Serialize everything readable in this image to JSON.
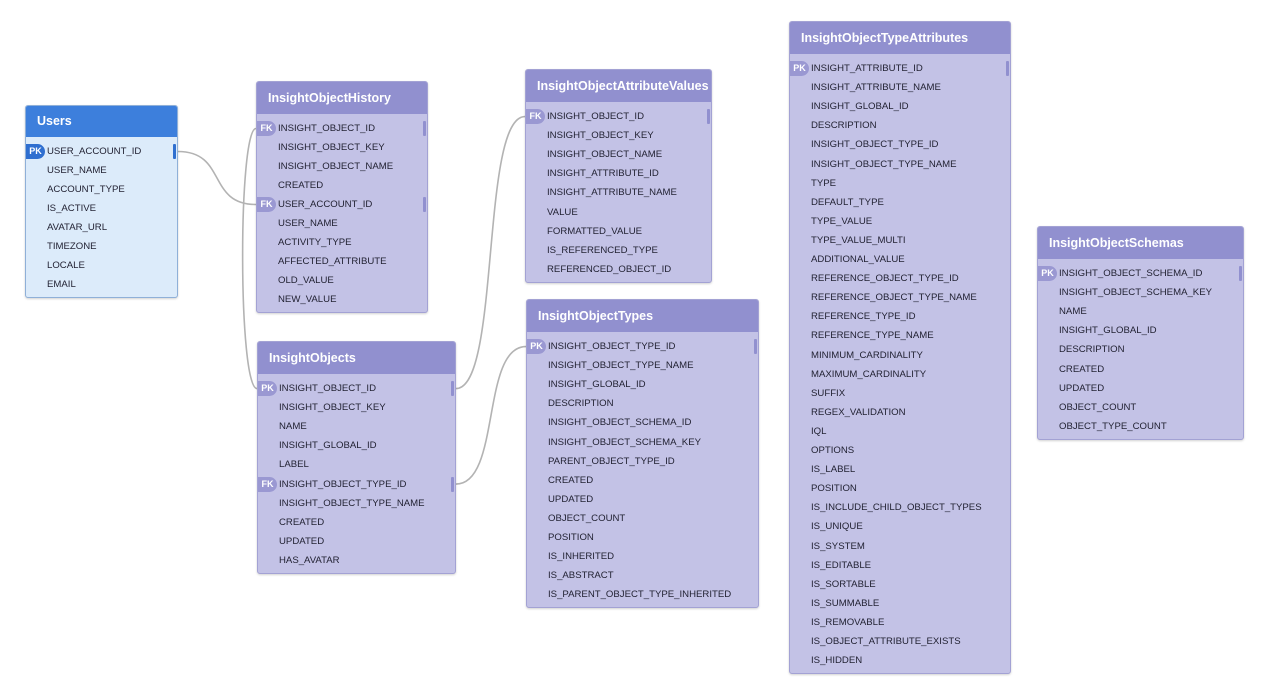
{
  "colors": {
    "users_header": "#3d7fdc",
    "users_body": "#dcebfa",
    "users_border": "#8fb0d8",
    "users_badge": "#2f6fd0",
    "entity_header": "#9190cf",
    "entity_body": "#c3c2e6",
    "entity_border": "#a3a2d4",
    "entity_badge": "#9a98d2",
    "connector": "#b3b3b3"
  },
  "tables": [
    {
      "id": "users",
      "title": "Users",
      "theme": "users",
      "columns": [
        {
          "name": "USER_ACCOUNT_ID",
          "key": "PK"
        },
        {
          "name": "USER_NAME",
          "key": ""
        },
        {
          "name": "ACCOUNT_TYPE",
          "key": ""
        },
        {
          "name": "IS_ACTIVE",
          "key": ""
        },
        {
          "name": "AVATAR_URL",
          "key": ""
        },
        {
          "name": "TIMEZONE",
          "key": ""
        },
        {
          "name": "LOCALE",
          "key": ""
        },
        {
          "name": "EMAIL",
          "key": ""
        }
      ]
    },
    {
      "id": "history",
      "title": "InsightObjectHistory",
      "theme": "entity",
      "columns": [
        {
          "name": "INSIGHT_OBJECT_ID",
          "key": "FK"
        },
        {
          "name": "INSIGHT_OBJECT_KEY",
          "key": ""
        },
        {
          "name": "INSIGHT_OBJECT_NAME",
          "key": ""
        },
        {
          "name": "CREATED",
          "key": ""
        },
        {
          "name": "USER_ACCOUNT_ID",
          "key": "FK"
        },
        {
          "name": "USER_NAME",
          "key": ""
        },
        {
          "name": "ACTIVITY_TYPE",
          "key": ""
        },
        {
          "name": "AFFECTED_ATTRIBUTE",
          "key": ""
        },
        {
          "name": "OLD_VALUE",
          "key": ""
        },
        {
          "name": "NEW_VALUE",
          "key": ""
        }
      ]
    },
    {
      "id": "objects",
      "title": "InsightObjects",
      "theme": "entity",
      "columns": [
        {
          "name": "INSIGHT_OBJECT_ID",
          "key": "PK"
        },
        {
          "name": "INSIGHT_OBJECT_KEY",
          "key": ""
        },
        {
          "name": "NAME",
          "key": ""
        },
        {
          "name": "INSIGHT_GLOBAL_ID",
          "key": ""
        },
        {
          "name": "LABEL",
          "key": ""
        },
        {
          "name": "INSIGHT_OBJECT_TYPE_ID",
          "key": "FK"
        },
        {
          "name": "INSIGHT_OBJECT_TYPE_NAME",
          "key": ""
        },
        {
          "name": "CREATED",
          "key": ""
        },
        {
          "name": "UPDATED",
          "key": ""
        },
        {
          "name": "HAS_AVATAR",
          "key": ""
        }
      ]
    },
    {
      "id": "attrvalues",
      "title": "InsightObjectAttributeValues",
      "theme": "entity",
      "columns": [
        {
          "name": "INSIGHT_OBJECT_ID",
          "key": "FK"
        },
        {
          "name": "INSIGHT_OBJECT_KEY",
          "key": ""
        },
        {
          "name": "INSIGHT_OBJECT_NAME",
          "key": ""
        },
        {
          "name": "INSIGHT_ATTRIBUTE_ID",
          "key": ""
        },
        {
          "name": "INSIGHT_ATTRIBUTE_NAME",
          "key": ""
        },
        {
          "name": "VALUE",
          "key": ""
        },
        {
          "name": "FORMATTED_VALUE",
          "key": ""
        },
        {
          "name": "IS_REFERENCED_TYPE",
          "key": ""
        },
        {
          "name": "REFERENCED_OBJECT_ID",
          "key": ""
        }
      ]
    },
    {
      "id": "types",
      "title": "InsightObjectTypes",
      "theme": "entity",
      "columns": [
        {
          "name": "INSIGHT_OBJECT_TYPE_ID",
          "key": "PK"
        },
        {
          "name": "INSIGHT_OBJECT_TYPE_NAME",
          "key": ""
        },
        {
          "name": "INSIGHT_GLOBAL_ID",
          "key": ""
        },
        {
          "name": "DESCRIPTION",
          "key": ""
        },
        {
          "name": "INSIGHT_OBJECT_SCHEMA_ID",
          "key": ""
        },
        {
          "name": "INSIGHT_OBJECT_SCHEMA_KEY",
          "key": ""
        },
        {
          "name": "PARENT_OBJECT_TYPE_ID",
          "key": ""
        },
        {
          "name": "CREATED",
          "key": ""
        },
        {
          "name": "UPDATED",
          "key": ""
        },
        {
          "name": "OBJECT_COUNT",
          "key": ""
        },
        {
          "name": "POSITION",
          "key": ""
        },
        {
          "name": "IS_INHERITED",
          "key": ""
        },
        {
          "name": "IS_ABSTRACT",
          "key": ""
        },
        {
          "name": "IS_PARENT_OBJECT_TYPE_INHERITED",
          "key": ""
        }
      ]
    },
    {
      "id": "typeattrs",
      "title": "InsightObjectTypeAttributes",
      "theme": "entity",
      "columns": [
        {
          "name": "INSIGHT_ATTRIBUTE_ID",
          "key": "PK"
        },
        {
          "name": "INSIGHT_ATTRIBUTE_NAME",
          "key": ""
        },
        {
          "name": "INSIGHT_GLOBAL_ID",
          "key": ""
        },
        {
          "name": "DESCRIPTION",
          "key": ""
        },
        {
          "name": "INSIGHT_OBJECT_TYPE_ID",
          "key": ""
        },
        {
          "name": "INSIGHT_OBJECT_TYPE_NAME",
          "key": ""
        },
        {
          "name": "TYPE",
          "key": ""
        },
        {
          "name": "DEFAULT_TYPE",
          "key": ""
        },
        {
          "name": "TYPE_VALUE",
          "key": ""
        },
        {
          "name": "TYPE_VALUE_MULTI",
          "key": ""
        },
        {
          "name": "ADDITIONAL_VALUE",
          "key": ""
        },
        {
          "name": "REFERENCE_OBJECT_TYPE_ID",
          "key": ""
        },
        {
          "name": "REFERENCE_OBJECT_TYPE_NAME",
          "key": ""
        },
        {
          "name": "REFERENCE_TYPE_ID",
          "key": ""
        },
        {
          "name": "REFERENCE_TYPE_NAME",
          "key": ""
        },
        {
          "name": "MINIMUM_CARDINALITY",
          "key": ""
        },
        {
          "name": "MAXIMUM_CARDINALITY",
          "key": ""
        },
        {
          "name": "SUFFIX",
          "key": ""
        },
        {
          "name": "REGEX_VALIDATION",
          "key": ""
        },
        {
          "name": "IQL",
          "key": ""
        },
        {
          "name": "OPTIONS",
          "key": ""
        },
        {
          "name": "IS_LABEL",
          "key": ""
        },
        {
          "name": "POSITION",
          "key": ""
        },
        {
          "name": "IS_INCLUDE_CHILD_OBJECT_TYPES",
          "key": ""
        },
        {
          "name": "IS_UNIQUE",
          "key": ""
        },
        {
          "name": "IS_SYSTEM",
          "key": ""
        },
        {
          "name": "IS_EDITABLE",
          "key": ""
        },
        {
          "name": "IS_SORTABLE",
          "key": ""
        },
        {
          "name": "IS_SUMMABLE",
          "key": ""
        },
        {
          "name": "IS_REMOVABLE",
          "key": ""
        },
        {
          "name": "IS_OBJECT_ATTRIBUTE_EXISTS",
          "key": ""
        },
        {
          "name": "IS_HIDDEN",
          "key": ""
        }
      ]
    },
    {
      "id": "schemas",
      "title": "InsightObjectSchemas",
      "theme": "entity",
      "columns": [
        {
          "name": "INSIGHT_OBJECT_SCHEMA_ID",
          "key": "PK"
        },
        {
          "name": "INSIGHT_OBJECT_SCHEMA_KEY",
          "key": ""
        },
        {
          "name": "NAME",
          "key": ""
        },
        {
          "name": "INSIGHT_GLOBAL_ID",
          "key": ""
        },
        {
          "name": "DESCRIPTION",
          "key": ""
        },
        {
          "name": "CREATED",
          "key": ""
        },
        {
          "name": "UPDATED",
          "key": ""
        },
        {
          "name": "OBJECT_COUNT",
          "key": ""
        },
        {
          "name": "OBJECT_TYPE_COUNT",
          "key": ""
        }
      ]
    }
  ],
  "relationships": [
    {
      "from_table": "users",
      "from_col": 0,
      "to_table": "history",
      "to_col": 4
    },
    {
      "from_table": "objects",
      "from_col": 0,
      "to_table": "history",
      "to_col": 0
    },
    {
      "from_table": "objects",
      "from_col": 0,
      "to_table": "attrvalues",
      "to_col": 0
    },
    {
      "from_table": "objects",
      "from_col": 5,
      "to_table": "types",
      "to_col": 0
    }
  ]
}
